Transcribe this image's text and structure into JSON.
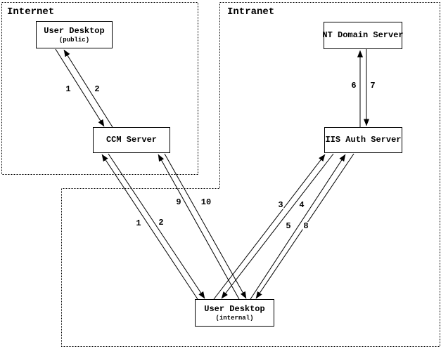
{
  "diagram": {
    "background_color": "#ffffff",
    "line_color": "#000000",
    "zones": [
      {
        "id": "internet",
        "label": "Internet"
      },
      {
        "id": "intranet",
        "label": "Intranet"
      }
    ],
    "nodes": [
      {
        "id": "user-desktop-public",
        "title": "User Desktop",
        "subtitle": "(public)"
      },
      {
        "id": "ccm-server",
        "title": "CCM Server"
      },
      {
        "id": "nt-domain-server",
        "title": "NT Domain Server"
      },
      {
        "id": "iis-auth-server",
        "title": "IIS Auth Server"
      },
      {
        "id": "user-desktop-internal",
        "title": "User Desktop",
        "subtitle": "(internal)"
      }
    ],
    "arrow_labels": [
      {
        "id": "step-1-public-desktop-to-ccm",
        "text": "1"
      },
      {
        "id": "step-2-ccm-to-public-desktop",
        "text": "2"
      },
      {
        "id": "step-1-internal-desktop-to-ccm",
        "text": "1"
      },
      {
        "id": "step-2-ccm-to-internal-desktop",
        "text": "2"
      },
      {
        "id": "step-9-internal-desktop-to-ccm",
        "text": "9"
      },
      {
        "id": "step-10-ccm-to-internal-desktop",
        "text": "10"
      },
      {
        "id": "step-3-internal-desktop-to-iis",
        "text": "3"
      },
      {
        "id": "step-4-iis-to-internal-desktop",
        "text": "4"
      },
      {
        "id": "step-5-internal-desktop-to-iis",
        "text": "5"
      },
      {
        "id": "step-8-iis-to-internal-desktop",
        "text": "8"
      },
      {
        "id": "step-6-iis-to-nt-domain",
        "text": "6"
      },
      {
        "id": "step-7-nt-domain-to-iis",
        "text": "7"
      }
    ]
  }
}
